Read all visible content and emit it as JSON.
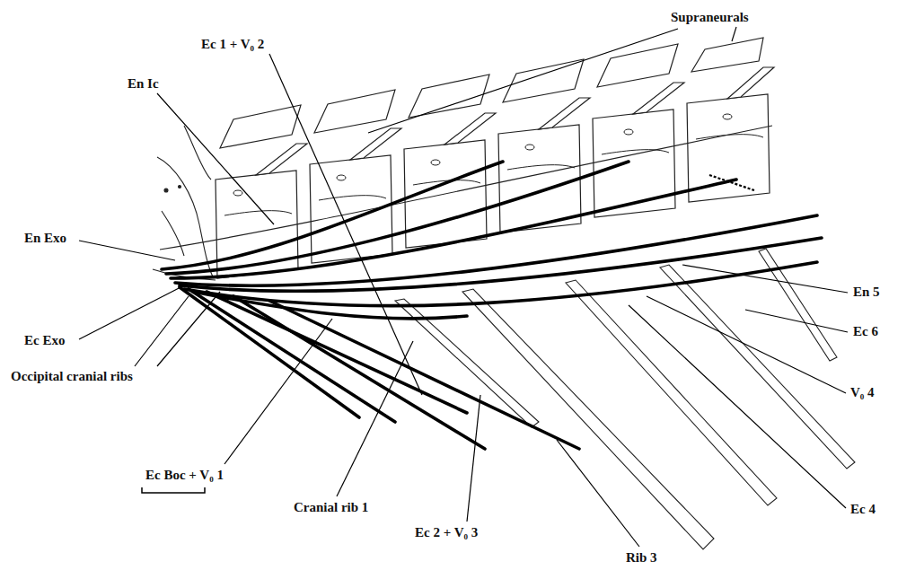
{
  "diagram": {
    "labels": [
      "Supraneurals",
      "Ec 1 + V₀ 2",
      "En Ic",
      "En Exo",
      "Ec Exo",
      "Occipital cranial ribs",
      "Ec Boc + V₀ 1",
      "Cranial rib 1",
      "Ec 2 + V₀ 3",
      "Rib 3",
      "Ec 4",
      "V₀ 4",
      "Ec 6",
      "En 5"
    ]
  }
}
